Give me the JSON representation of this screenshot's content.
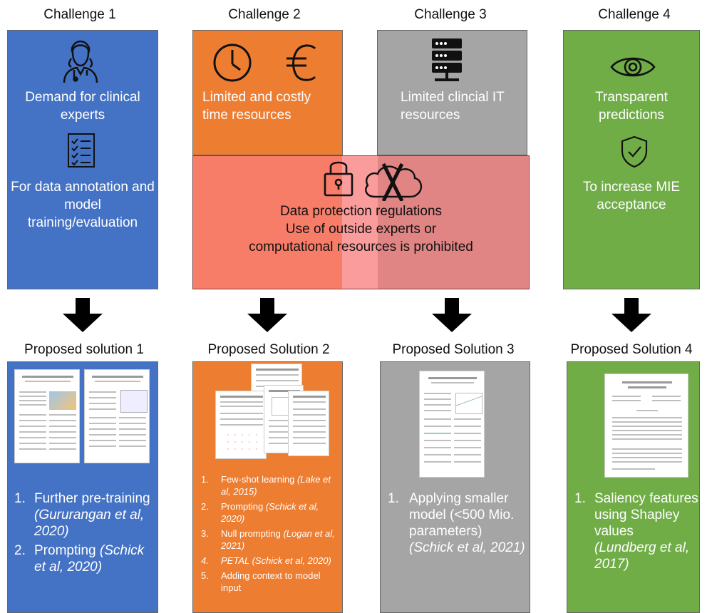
{
  "challenges": [
    {
      "title": "Challenge 1",
      "text1": "Demand for clinical experts",
      "text2": "For data annotation and model training/evaluation"
    },
    {
      "title": "Challenge 2",
      "text1": "Limited and costly time resources"
    },
    {
      "title": "Challenge 3",
      "text1": "Limited clincial IT resources"
    },
    {
      "title": "Challenge 4",
      "text1": "Transparent predictions",
      "text2": "To increase MIE acceptance"
    }
  ],
  "overlay": {
    "line1": "Data protection regulations",
    "line2": "Use of outside experts or",
    "line3": "computational resources is prohibited"
  },
  "solutions": [
    {
      "title": "Proposed solution 1",
      "items": [
        {
          "num": "1.",
          "text": "Further pre-training",
          "cite": "(Gururangan et al, 2020)"
        },
        {
          "num": "2.",
          "text": "Prompting ",
          "cite": "(Schick et al, 2020)"
        }
      ]
    },
    {
      "title": "Proposed Solution 2",
      "items": [
        {
          "num": "1.",
          "text": "Few-shot learning ",
          "cite": "(Lake et al, 2015)"
        },
        {
          "num": "2.",
          "text": "Prompting ",
          "cite": "(Schick et al, 2020)"
        },
        {
          "num": "3.",
          "text": "Null prompting ",
          "cite": "(Logan et al, 2021)"
        },
        {
          "num": "4.",
          "text": "",
          "cite": "PETAL (Schick et al, 2020)"
        },
        {
          "num": "5.",
          "text": "Adding context to model input",
          "cite": ""
        }
      ]
    },
    {
      "title": "Proposed Solution 3",
      "items": [
        {
          "num": "1.",
          "text": "Applying smaller model (<500 Mio. parameters) ",
          "cite": "(Schick et al, 2021)"
        }
      ]
    },
    {
      "title": "Proposed Solution 4",
      "items": [
        {
          "num": "1.",
          "text": "Saliency features using Shapley values ",
          "cite": "(Lundberg et al, 2017)"
        }
      ]
    }
  ],
  "colors": {
    "blue": "#4472c4",
    "orange": "#ed7d31",
    "grey": "#a5a5a5",
    "green": "#70ad47",
    "overlay": "#ff5a5a"
  },
  "icons": [
    "doctor-icon",
    "checklist-icon",
    "clock-icon",
    "euro-icon",
    "server-icon",
    "eye-icon",
    "shield-check-icon",
    "lock-icon",
    "crossed-cloud-icon",
    "down-arrow-icon"
  ]
}
